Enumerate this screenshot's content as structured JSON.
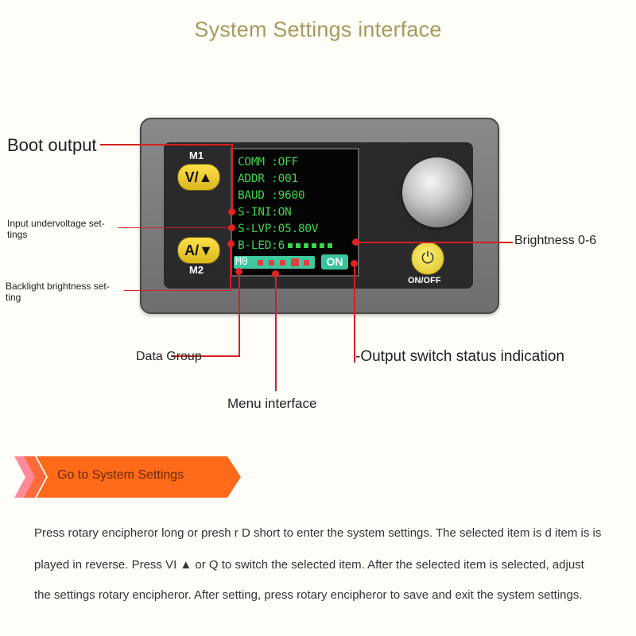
{
  "title": "System Settings interface",
  "screen": {
    "lines": [
      "COMM :OFF",
      "ADDR :001",
      "BAUD :9600",
      "S-INI:ON",
      "S-LVP:05.80V",
      "B-LED:6"
    ],
    "group_num": "M0",
    "output_state": "ON"
  },
  "buttons": {
    "m1": "M1",
    "up": "V/▲",
    "down": "A/▼",
    "m2": "M2",
    "power_icon": "power-icon",
    "power_label": "ON/OFF"
  },
  "labels": {
    "boot_output": "Boot output",
    "input_undervoltage_1": "Input undervoltage set-",
    "input_undervoltage_2": "tings",
    "backlight_1": "Backlight brightness set-",
    "backlight_2": "ting",
    "brightness": "Brightness 0-6",
    "data_group": "Data Group",
    "output_switch": "-Output switch status indication",
    "menu_interface": "Menu interface"
  },
  "banner": {
    "text": "Go to System Settings"
  },
  "paragraph": [
    "Press rotary encipheror long or presh r D short to enter the system settings. The selected item is d  item is is",
    "played in reverse. Press VI ▲ or Q to switch the selected item. After the selected item is selected, adjust",
    "the settings rotary encipheror. After setting, press rotary encipheror to save and exit the system settings."
  ],
  "colors": {
    "accent_red": "#d42020",
    "screen_green": "#3fd24a",
    "banner_orange": "#ff6a1a",
    "title": "#a89a5c"
  }
}
